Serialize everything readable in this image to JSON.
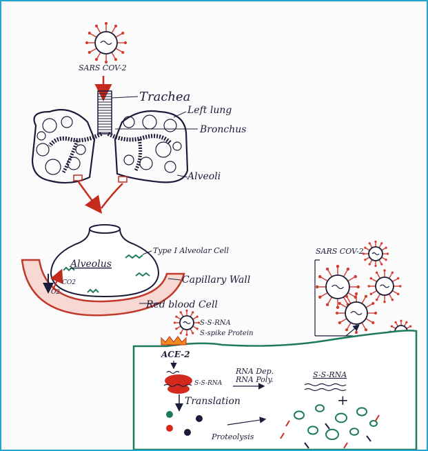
{
  "labels": {
    "virus_top": "SARS COV-2",
    "trachea": "Trachea",
    "left_lung": "Left lung",
    "bronchus": "Bronchus",
    "alveoli": "Alveoli",
    "alveolus": "Alveolus",
    "type1_cell": "Type I Alveolar Cell",
    "capillary_wall": "Capillary Wall",
    "red_blood_cell": "Red blood Cell",
    "co2": "CO2",
    "o2": "O2",
    "virus_right": "SARS COV-2",
    "ss_rna_virus": "S-S-RNA",
    "spike_protein": "S-spike Protein",
    "ace2": "ACE-2",
    "ss_rna_ribosome": "S-S-RNA",
    "rna_dep": "RNA Dep.",
    "rna_poly": "RNA Poly.",
    "ss_rna_right": "S-S-RNA",
    "plus": "+",
    "translation": "Translation",
    "proteolysis": "Proteolysis"
  },
  "colors": {
    "ink": "#1b1b3a",
    "arrow_red": "#c62a1e",
    "virus_spike": "#d23b2e",
    "cell_green": "#1d7a5a",
    "capillary_red": "#c0392b",
    "ace2_orange": "#f08a1c",
    "ribosome_red": "#d42a1e",
    "border": "#21a6cf"
  }
}
